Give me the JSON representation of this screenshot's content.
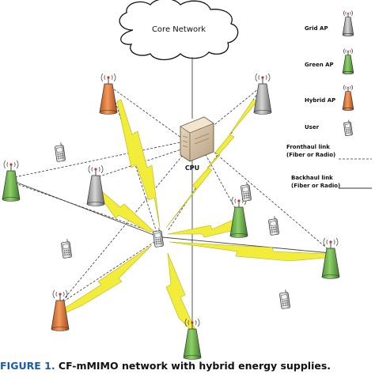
{
  "diagram": {
    "cloud_label": "Core Network",
    "cpu_label": "CPU"
  },
  "legend": {
    "grid_ap": "Grid AP",
    "green_ap": "Green AP",
    "hybrid_ap": "Hybrid  AP",
    "user": "User",
    "fronthaul_line1": "Fronthaul link",
    "fronthaul_line2": "(Fiber or Radio)",
    "backhaul_line1": "Backhaul link",
    "backhaul_line2": "(Fiber or Radio)"
  },
  "caption": {
    "figure": "FIGURE 1.",
    "text": "CF-mMIMO network with hybrid energy supplies."
  },
  "colors": {
    "grid_ap": "#a9a9a9",
    "green_ap": "#6ab04c",
    "hybrid_ap": "#e07a3c",
    "lightning": "#f2ec3a",
    "caption_figure": "#1d5aa8"
  },
  "icons": [
    "cloud-icon",
    "server-icon",
    "antenna-icon",
    "phone-icon",
    "lightning-icon"
  ]
}
